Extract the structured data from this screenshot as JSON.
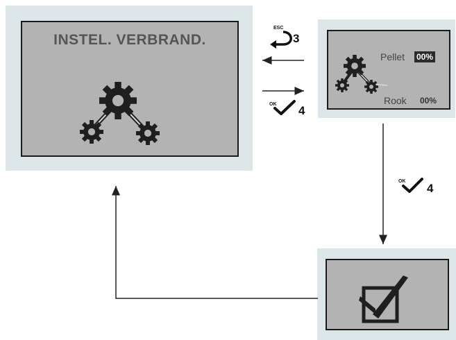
{
  "main_screen": {
    "title": "INSTEL. VERBRAND."
  },
  "settings_screen": {
    "pellet_label": "Pellet",
    "pellet_value": "00%",
    "rook_label": "Rook",
    "rook_value": "00%"
  },
  "keys": {
    "esc_label": "ESC",
    "esc_number": "3",
    "ok_label": "OK",
    "ok_number": "4"
  },
  "icons": [
    "gears-icon",
    "escape-return-icon",
    "ok-checkmark-icon",
    "checkbox-checked-icon"
  ]
}
